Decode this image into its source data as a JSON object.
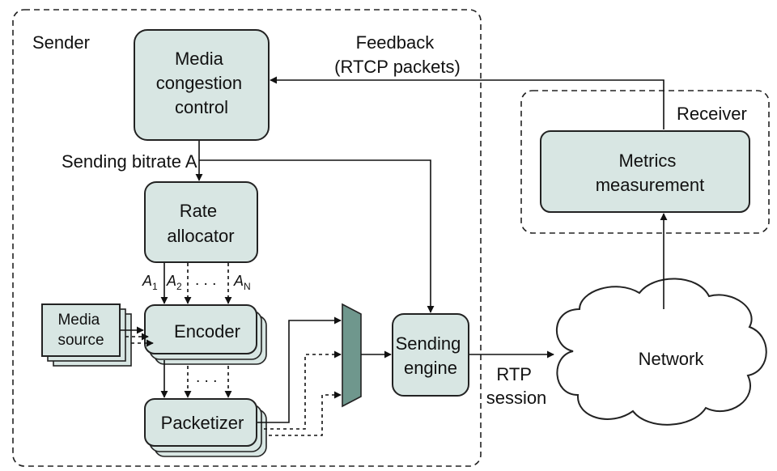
{
  "groups": {
    "sender": "Sender",
    "receiver": "Receiver"
  },
  "nodes": {
    "media_congestion_control": [
      "Media",
      "congestion",
      "control"
    ],
    "rate_allocator": [
      "Rate",
      "allocator"
    ],
    "media_source": [
      "Media",
      "source"
    ],
    "encoder": "Encoder",
    "packetizer": "Packetizer",
    "sending_engine": [
      "Sending",
      "engine"
    ],
    "metrics_measurement": [
      "Metrics",
      "measurement"
    ],
    "network": "Network"
  },
  "edges": {
    "feedback": [
      "Feedback",
      "(RTCP packets)"
    ],
    "sending_bitrate": "Sending bitrate A",
    "rtp_session": [
      "RTP",
      "session"
    ]
  },
  "rates": {
    "a1": {
      "base": "A",
      "sub": "1"
    },
    "a2": {
      "base": "A",
      "sub": "2"
    },
    "dots": ". . .",
    "an": {
      "base": "A",
      "sub": "N"
    }
  },
  "colors": {
    "box_fill": "#d8e6e3",
    "mux_fill": "#6f978d",
    "stroke": "#222222"
  }
}
